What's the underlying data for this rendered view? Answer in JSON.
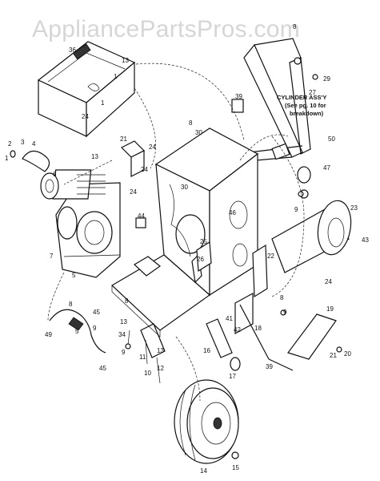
{
  "watermark": "AppliancePartsPros.com",
  "note_lines": [
    "CYLINDER ASS'Y",
    "(See pg. 10 for",
    "breakdown)"
  ],
  "labels": {
    "l1": "1",
    "l2": "2",
    "l3": "3",
    "l4": "4",
    "l5": "5",
    "l6": "6",
    "l7": "7",
    "l8a": "8",
    "l8b": "8",
    "l8c": "8",
    "l9a": "9",
    "l9b": "9",
    "l9c": "9",
    "l10": "10",
    "l11": "11",
    "l12": "12",
    "l13a": "13",
    "l13b": "13",
    "l13c": "13",
    "l13d": "13",
    "l14": "14",
    "l15": "15",
    "l16": "16",
    "l17": "17",
    "l18": "18",
    "l19": "19",
    "l20": "20",
    "l21a": "21",
    "l21b": "21",
    "l22": "22",
    "l23": "23",
    "l24a": "24",
    "l24b": "24",
    "l24c": "24",
    "l24d": "24",
    "l25": "25",
    "l26": "26",
    "l27": "27",
    "l29": "29",
    "l30a": "30",
    "l30b": "30",
    "l34": "34",
    "l36": "36",
    "l39": "39",
    "l41": "41",
    "l42": "42",
    "l43": "43",
    "l44": "44",
    "l45a": "45",
    "l45b": "45",
    "l46": "46",
    "l47": "47",
    "l49": "49",
    "l50": "50"
  }
}
